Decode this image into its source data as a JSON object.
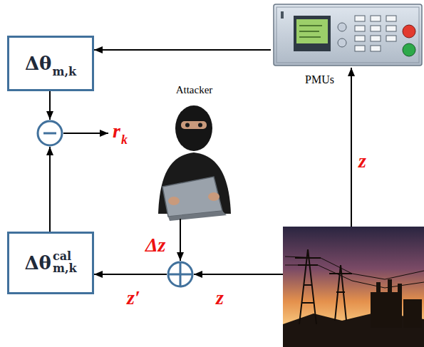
{
  "diagram": {
    "nodes": [
      {
        "text": [
          "Δθ",
          "m,k"
        ]
      },
      {
        "text": [
          "PMUs"
        ]
      },
      {
        "text": [
          "Attacker"
        ]
      },
      {
        "text": []
      },
      {
        "text": [
          "Δθ",
          "cal",
          "m,k"
        ]
      },
      {
        "text": []
      },
      {
        "text": []
      }
    ],
    "edges": [
      {
        "from": 1,
        "to": 0,
        "arrow": "to"
      },
      {
        "from": 0,
        "to": 3,
        "arrow": "to"
      },
      {
        "from": 4,
        "to": 3,
        "arrow": "to"
      },
      {
        "from": 6,
        "to": 1,
        "label": "z",
        "arrow": "to"
      },
      {
        "from": 2,
        "to": 5,
        "label": "Δz",
        "arrow": "to"
      },
      {
        "from": 6,
        "to": 5,
        "label": "z",
        "arrow": "to"
      },
      {
        "from": 5,
        "to": 4,
        "label": "z′",
        "arrow": "to"
      }
    ],
    "labels": [
      "r",
      "k"
    ]
  }
}
